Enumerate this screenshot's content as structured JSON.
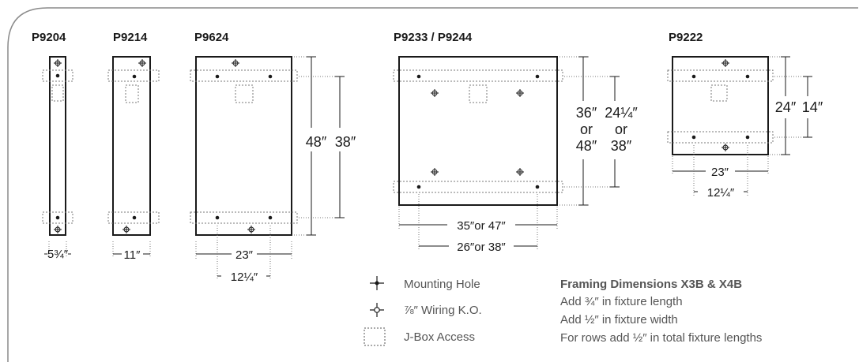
{
  "models": {
    "p9204": "P9204",
    "p9214": "P9214",
    "p9624": "P9624",
    "p9233_p9244": "P9233 / P9244",
    "p9222": "P9222"
  },
  "dimensions": {
    "p9204_width": "5¾″",
    "p9214_width": "11″",
    "p9624_width": "23″",
    "p9624_mount_width": "12¼″",
    "p9624_length": "48″",
    "p9624_mount_length": "38″",
    "p9233_length_a": "36″",
    "p9233_length_or": "or",
    "p9233_length_b": "48″",
    "p9233_mount_a": "24¼″",
    "p9233_mount_or": "or",
    "p9233_mount_b": "38″",
    "p9233_width": "35″or 47″",
    "p9233_mount_width": "26″or 38″",
    "p9222_length": "24″",
    "p9222_mount_length": "14″",
    "p9222_width": "23″",
    "p9222_mount_width": "12¼″"
  },
  "legend": {
    "mounting_hole": "Mounting Hole",
    "wiring_ko": "⅞″ Wiring K.O.",
    "jbox": "J-Box Access"
  },
  "framing": {
    "title": "Framing Dimensions X3B & X4B",
    "lines": [
      "Add ¾″ in fixture length",
      "Add ½″ in fixture width",
      "For rows add ½″ in total fixture lengths"
    ]
  },
  "colors": {
    "frame_border": "#8a8a8a",
    "outline": "#1a1a1a",
    "dotted": "#777777"
  }
}
